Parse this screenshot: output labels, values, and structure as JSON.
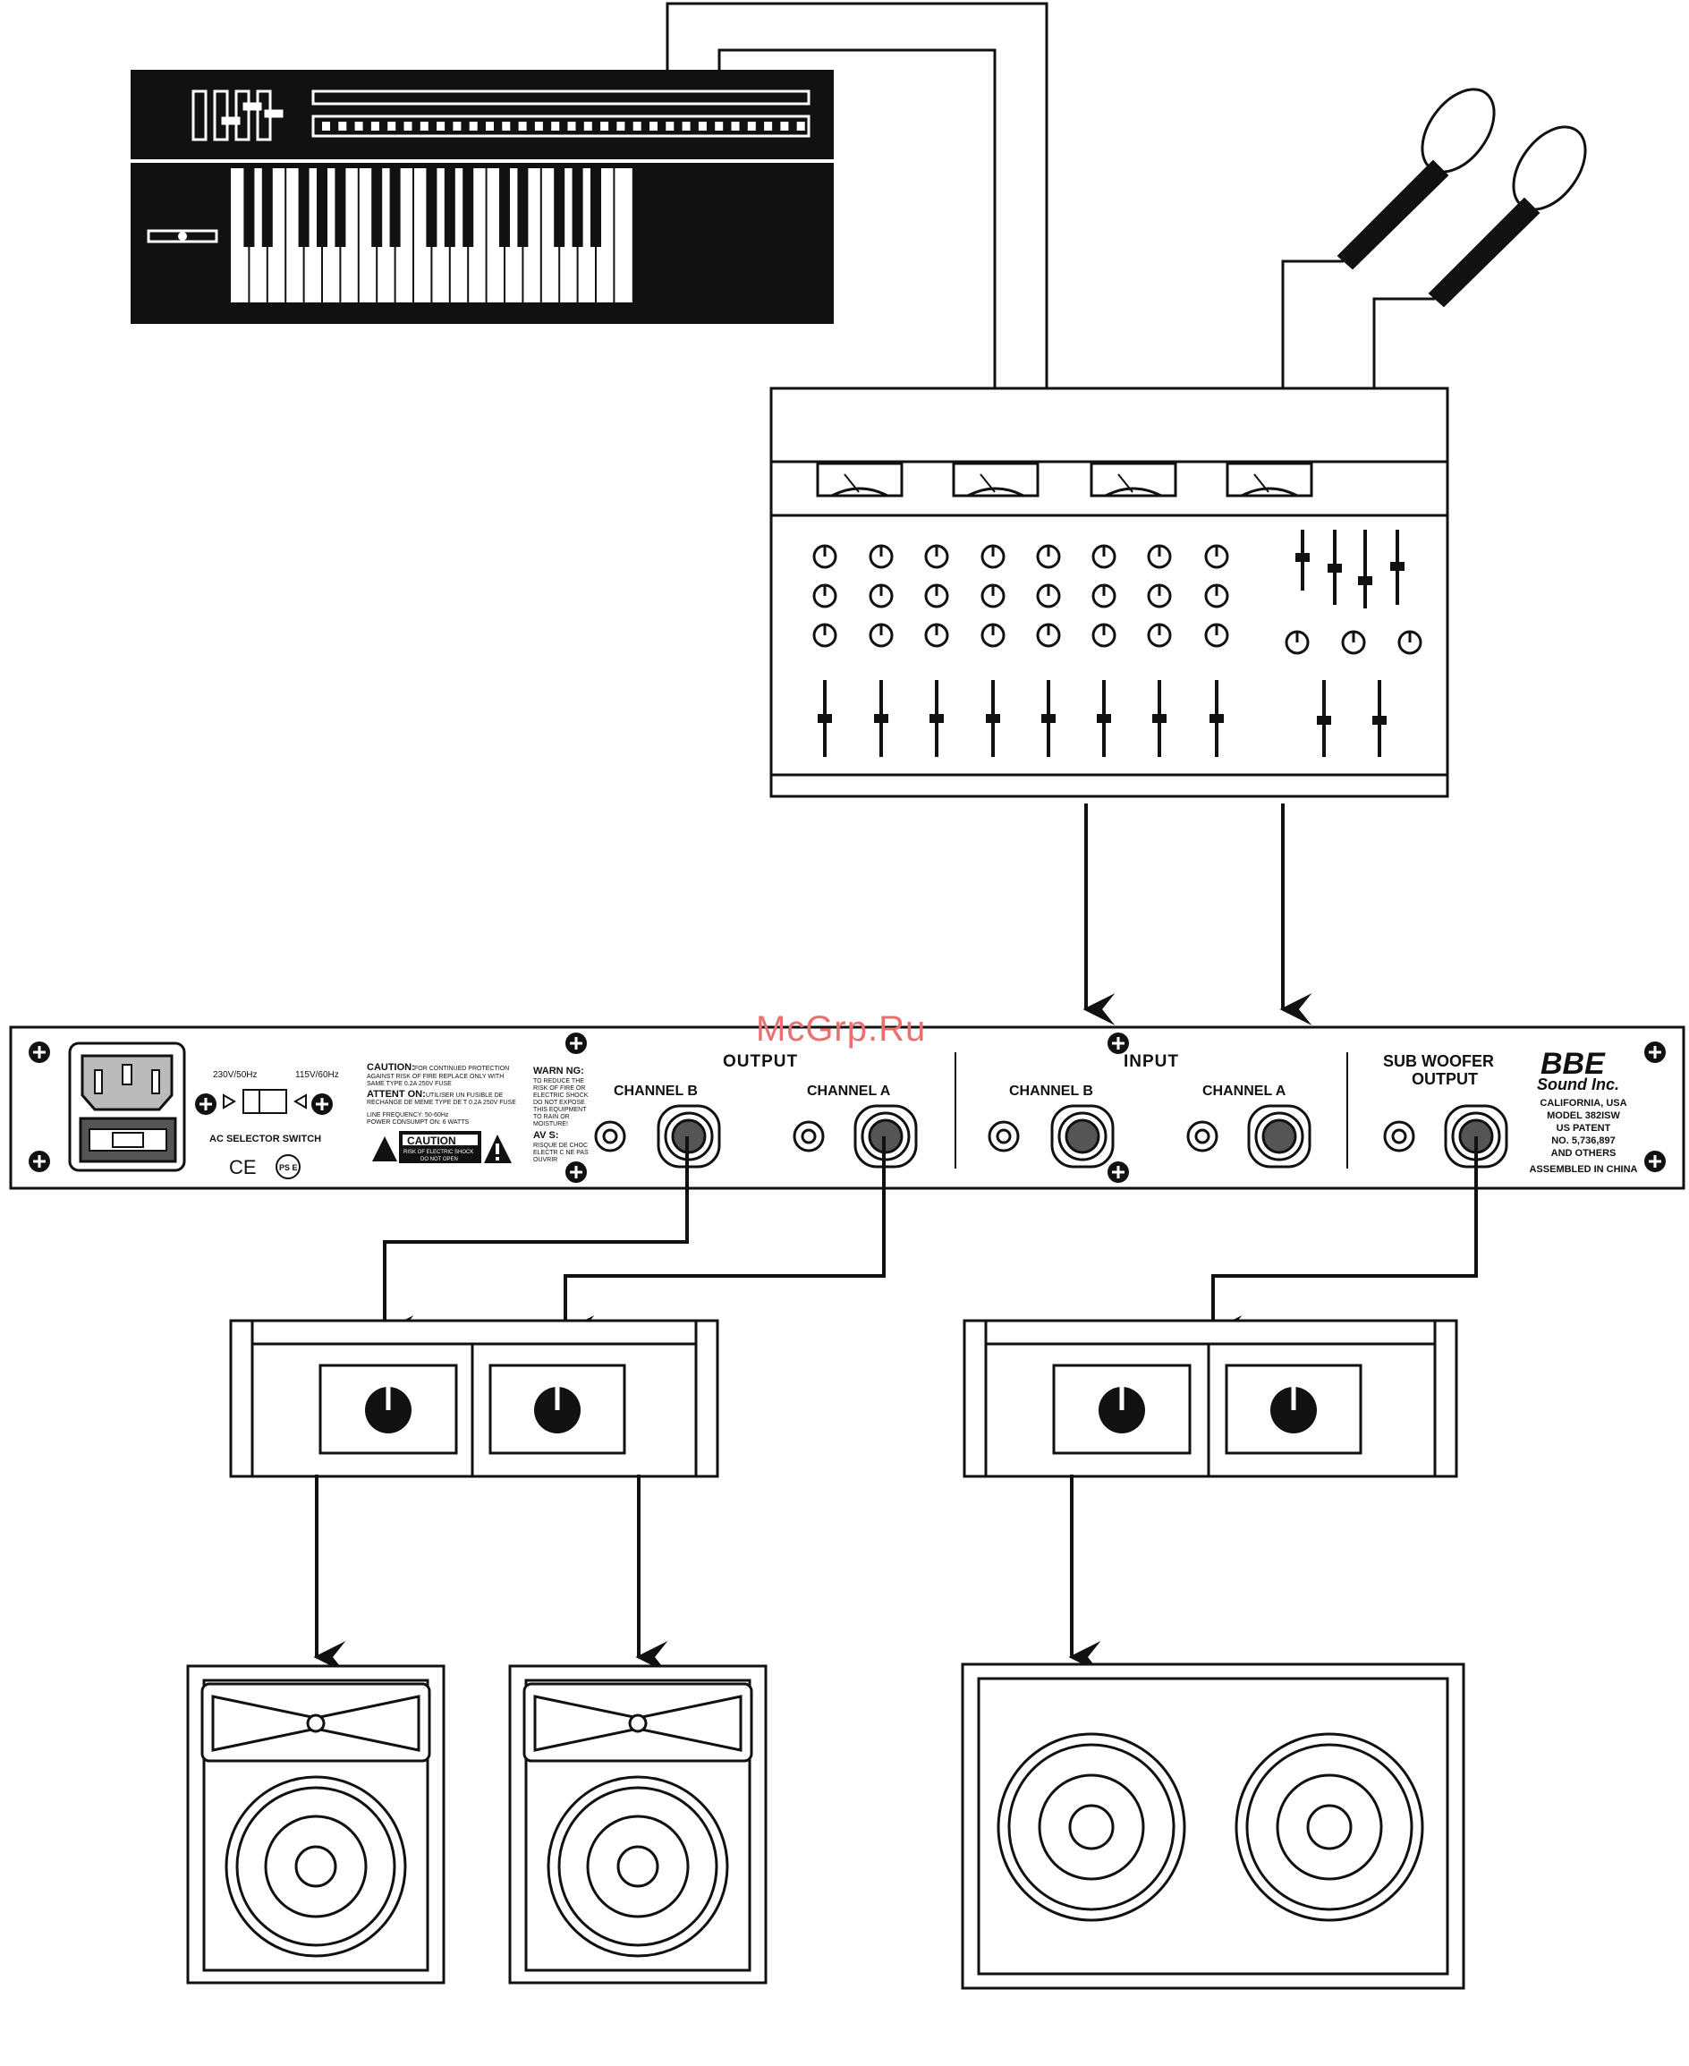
{
  "watermark": "McGrp.Ru",
  "panel": {
    "ac_left": "230V/50Hz",
    "ac_right": "115V/60Hz",
    "ac_selector": "AC SELECTOR SWITCH",
    "ce_mark": "CE",
    "ps_mark": "PS E",
    "caution_head": "CAUTION:",
    "caution_l1": "FOR CONTINUED PROTECTION",
    "caution_l2": "AGAINST RISK OF FIRE REPLACE ONLY WITH",
    "caution_l3": "SAME TYPE 0.2A 250V FUSE",
    "attention_head": "ATTENT ON:",
    "attention_l1": "UTILISER UN FUSIBLE DE",
    "attention_l2": "RECHANGE DE MEME TYPE DE T 0.2A 250V FUSE",
    "line_freq": "LINE FREQUENCY: 50-60Hz",
    "power": "POWER CONSUMPT ON: 6 WATTS",
    "caution_label": "CAUTION",
    "caution_sub1": "RISK OF ELECTRIC SHOCK",
    "caution_sub2": "DO NOT OPEN",
    "warning_head": "WARN NG:",
    "warning_l1": "TO REDUCE THE",
    "warning_l2": "RISK OF FIRE OR",
    "warning_l3": "ELECTRIC SHOCK",
    "warning_l4": "DO NOT EXPOSE",
    "warning_l5": "THIS EQUIPMENT",
    "warning_l6": "TO RAIN OR",
    "warning_l7": "MOISTURE!",
    "avis_head": "AV S:",
    "avis_l1": "RISQUE DE CHOC",
    "avis_l2": "ELECTR C NE PAS",
    "avis_l3": "OUVRIR",
    "output_title": "OUTPUT",
    "input_title": "INPUT",
    "out_b": "CHANNEL B",
    "out_a": "CHANNEL A",
    "in_b": "CHANNEL B",
    "in_a": "CHANNEL A",
    "sub_l1": "SUB WOOFER",
    "sub_l2": "OUTPUT",
    "brand": "BBE",
    "brand_sub": "Sound Inc.",
    "info_l1": "CALIFORNIA, USA",
    "info_l2": "MODEL 382ISW",
    "info_l3": "US PATENT",
    "info_l4": "NO. 5,736,897",
    "info_l5": "AND OTHERS",
    "info_l6": "ASSEMBLED IN CHINA"
  },
  "colors": {
    "line": "#111111",
    "panel_fill": "#ffffff",
    "watermark": "#e87070"
  }
}
